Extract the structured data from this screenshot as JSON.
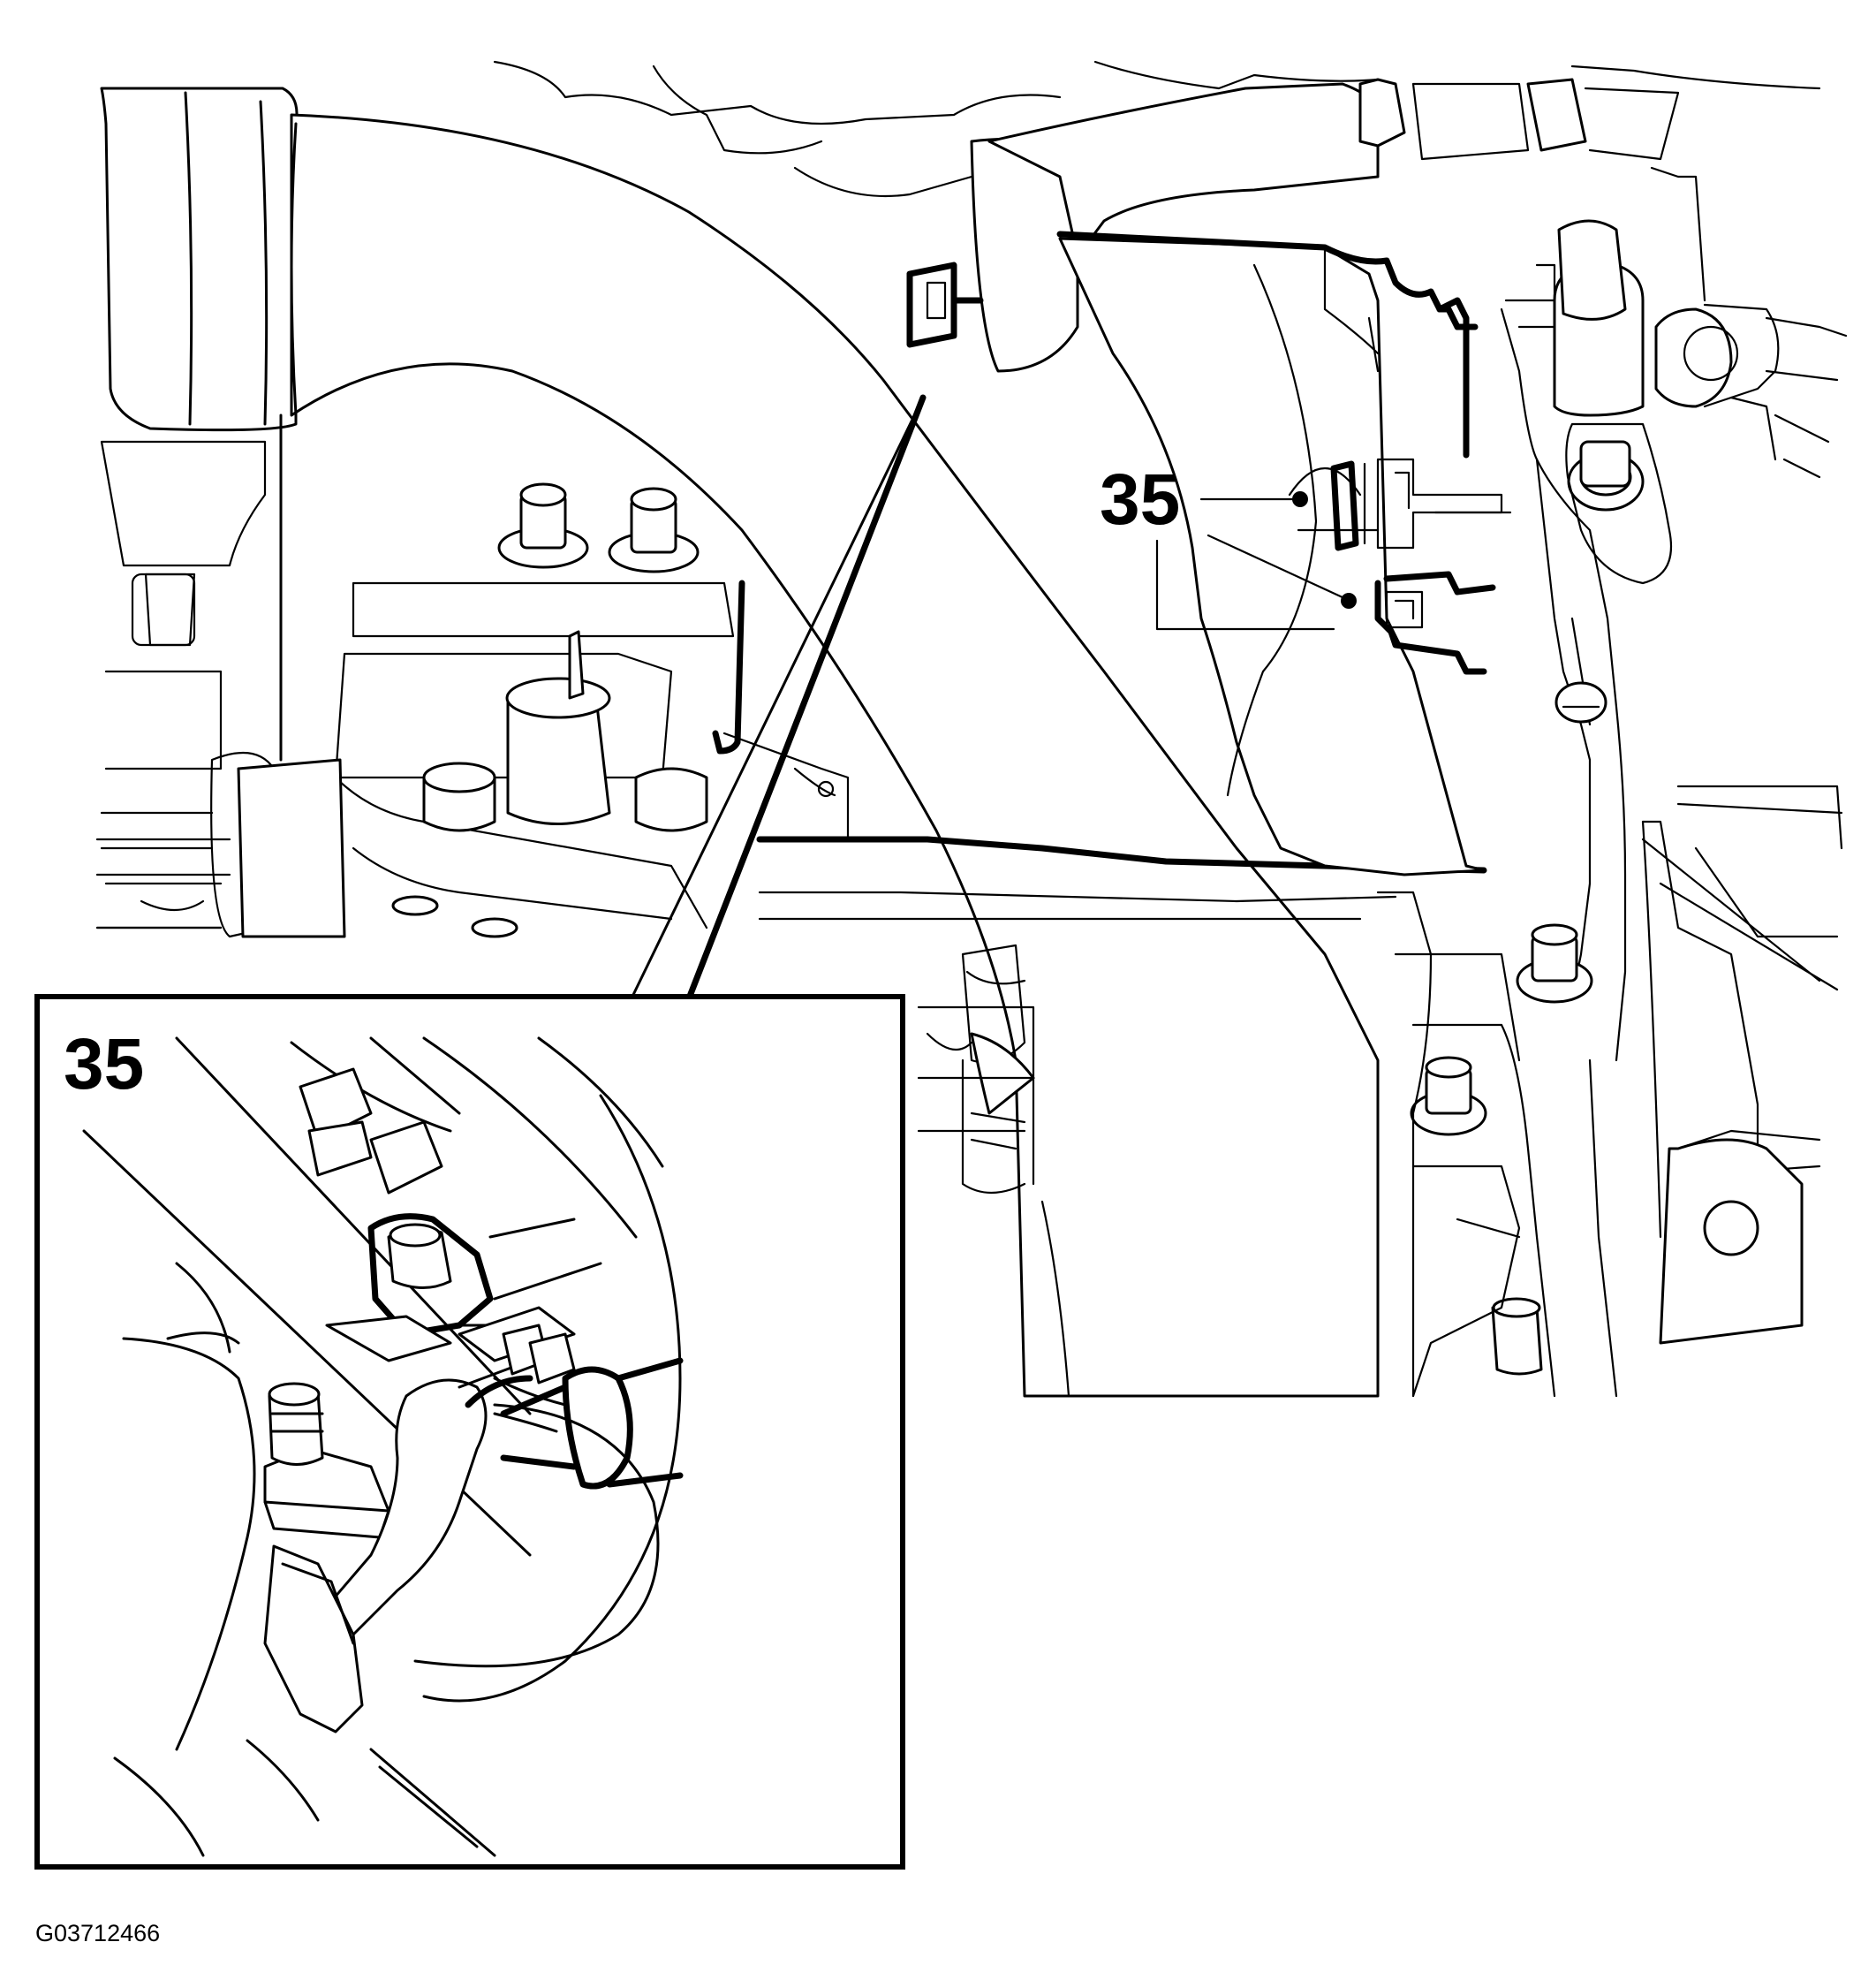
{
  "callouts": {
    "main_label": "35",
    "inset_label": "35"
  },
  "figure_code": "G03712466"
}
